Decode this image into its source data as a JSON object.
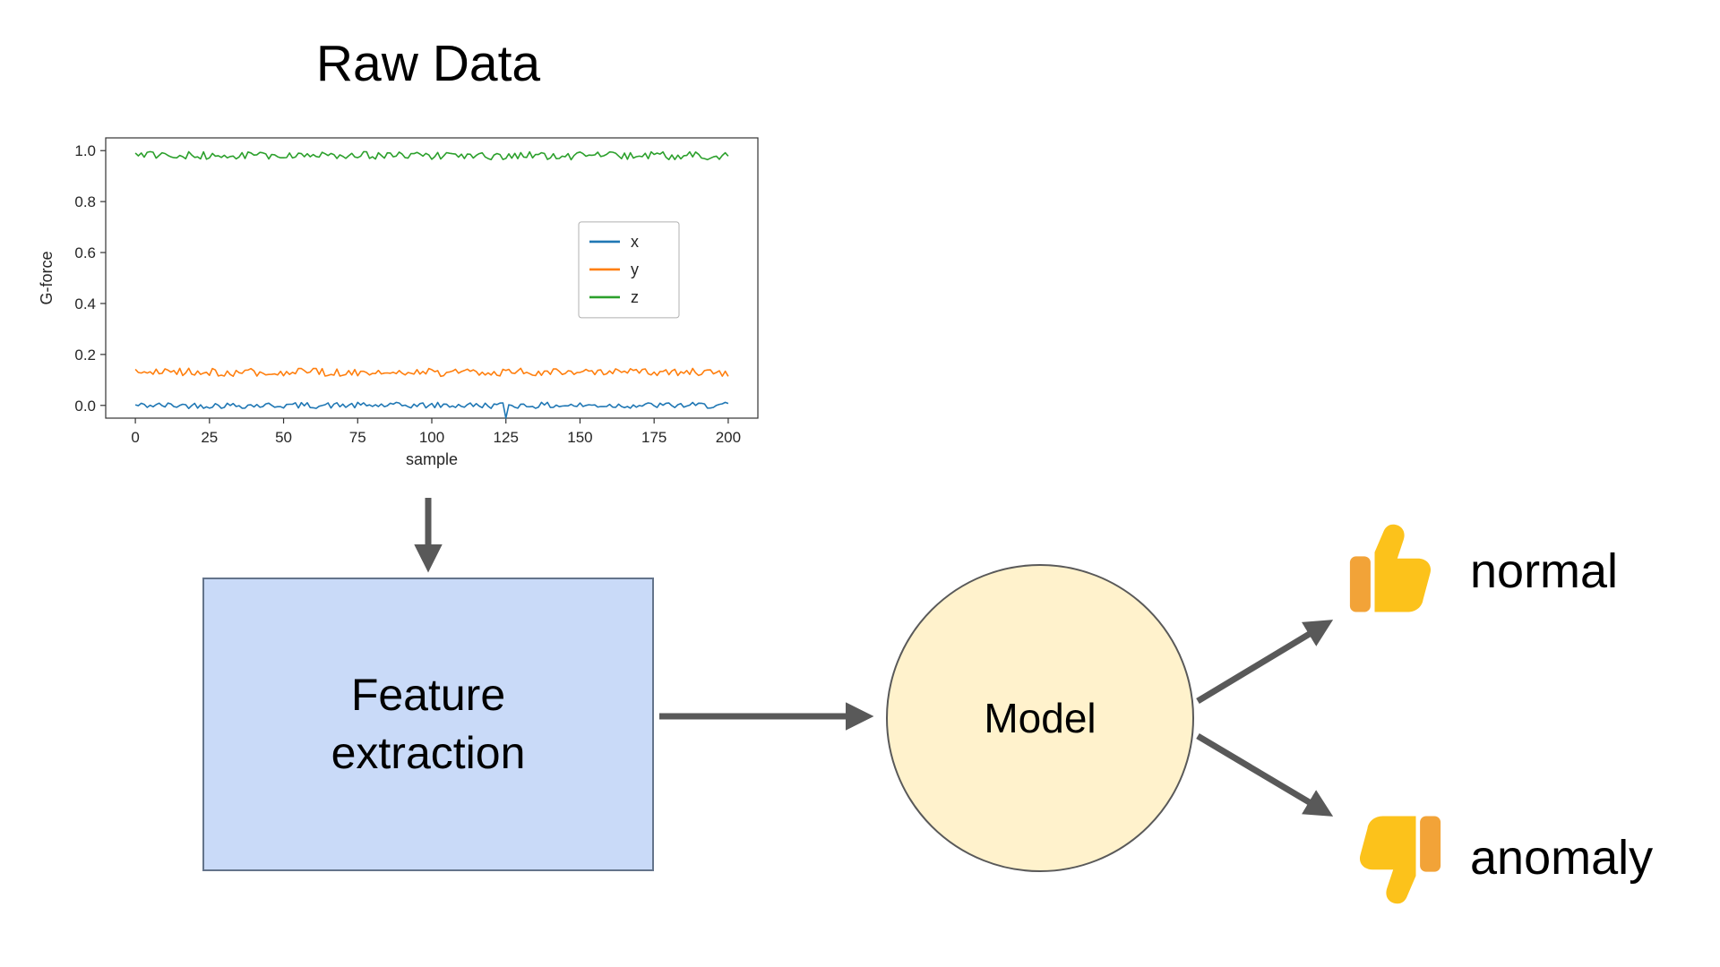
{
  "diagram": {
    "title": "Raw Data",
    "feature_label": "Feature extraction",
    "model_label": "Model",
    "outputs": [
      {
        "icon": "thumbs-up",
        "label": "normal"
      },
      {
        "icon": "thumbs-down",
        "label": "anomaly"
      }
    ]
  },
  "colors": {
    "feature-fill": "#c9daf8",
    "feature-border": "#64748b",
    "model-fill": "#fff2cc",
    "model-border": "#595959",
    "arrow": "#595959",
    "thumb": "#fcc21b",
    "thumb-shade": "#f2a338"
  },
  "chart_data": {
    "type": "line",
    "title": "",
    "xlabel": "sample",
    "ylabel": "G-force",
    "xlim": [
      -10,
      210
    ],
    "ylim": [
      -0.05,
      1.05
    ],
    "xticks": [
      0,
      25,
      50,
      75,
      100,
      125,
      150,
      175,
      200
    ],
    "yticks": [
      0.0,
      0.2,
      0.4,
      0.6,
      0.8,
      1.0
    ],
    "n_points": 200,
    "grid": false,
    "legend": {
      "position": "center right",
      "entries": [
        "x",
        "y",
        "z"
      ]
    },
    "series": [
      {
        "name": "x",
        "color": "#1f77b4",
        "mean": 0.0,
        "noise": 0.012,
        "dip_at": 125,
        "dip_value": -0.05
      },
      {
        "name": "y",
        "color": "#ff7f0e",
        "mean": 0.13,
        "noise": 0.016
      },
      {
        "name": "z",
        "color": "#2ca02c",
        "mean": 0.98,
        "noise": 0.016
      }
    ]
  }
}
